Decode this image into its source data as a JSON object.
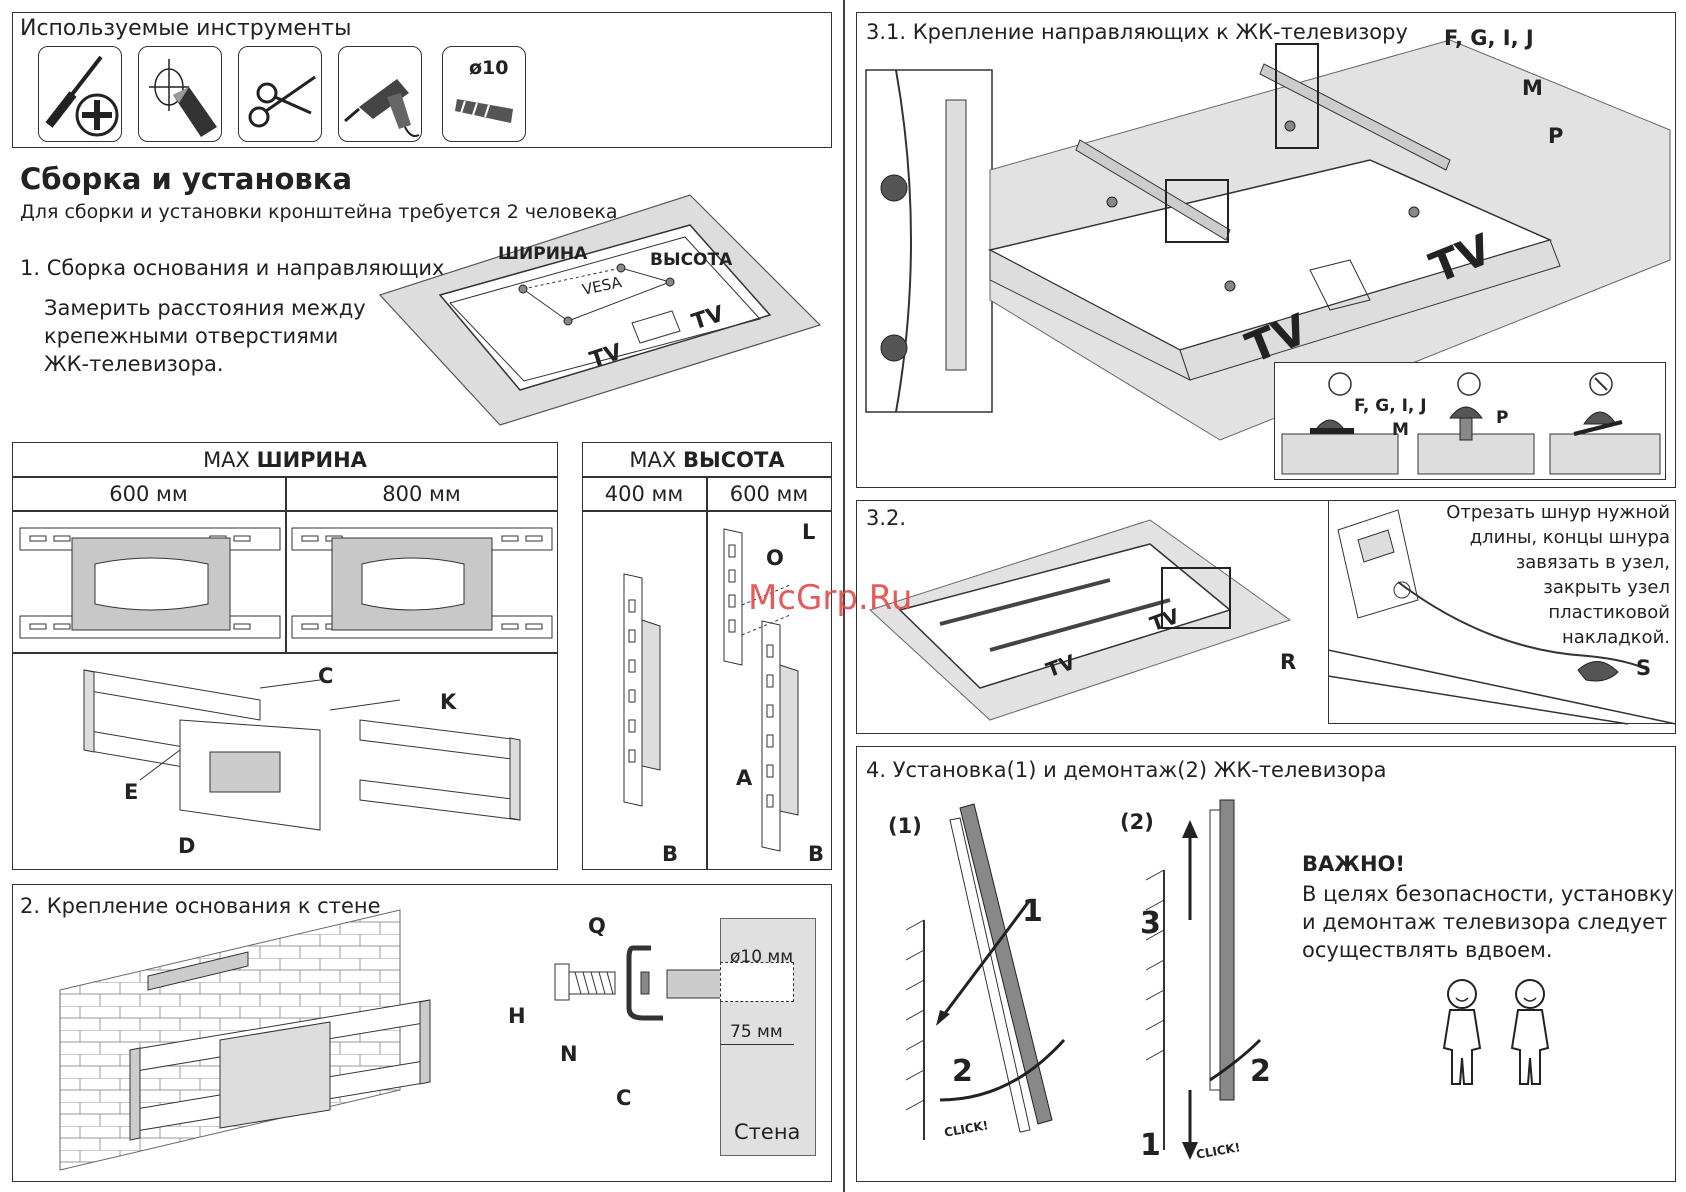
{
  "tools": {
    "title": "Используемые инструменты",
    "drill_bit_label": "ø10"
  },
  "assembly": {
    "title": "Сборка и установка",
    "subtitle": "Для сборки и установки кронштейна требуется 2 человека",
    "step1_title": "1. Сборка основания и направляющих",
    "step1_text_1": "Замерить расстояния между",
    "step1_text_2": "крепежными отверстиями",
    "step1_text_3": "ЖК-телевизора.",
    "vesa_width_label": "ШИРИНА",
    "vesa_height_label": "ВЫСОТА",
    "vesa_label": "VESA",
    "tv_label": "TV"
  },
  "max_width": {
    "title_prefix": "MAX",
    "title_bold": "ШИРИНА",
    "col1": "600 мм",
    "col2": "800 мм",
    "labels": [
      "C",
      "K",
      "E",
      "D"
    ]
  },
  "max_height": {
    "title_prefix": "MAX",
    "title_bold": "ВЫСОТА",
    "col1": "400 мм",
    "col2": "600 мм",
    "labels": [
      "L",
      "O",
      "A",
      "B",
      "B"
    ]
  },
  "wall": {
    "title": "2. Крепление основания к стене",
    "labels": [
      "Q",
      "H",
      "N",
      "C"
    ],
    "diameter": "ø10 мм",
    "depth": "75 мм",
    "wall_label": "Стена"
  },
  "rails": {
    "title": "3.1. Крепление направляющих к ЖК-телевизору",
    "labels": [
      "F, G, I, J",
      "M",
      "P"
    ],
    "detail_labels": [
      "F, G, I, J",
      "M",
      "P"
    ],
    "tv_label": "TV"
  },
  "cord": {
    "title": "3.2.",
    "note": [
      "Отрезать шнур нужной",
      "длины, концы шнура",
      "завязать в узел,",
      "закрыть узел",
      "пластиковой",
      "накладкой."
    ],
    "labels": [
      "R",
      "S"
    ],
    "tv_label": "TV"
  },
  "install": {
    "title": "4. Установка(1) и демонтаж(2) ЖК-телевизора",
    "step1": "(1)",
    "step2": "(2)",
    "arrows": [
      "1",
      "2",
      "3",
      "2",
      "1"
    ],
    "click": "CLICK!",
    "important_title": "ВАЖНО!",
    "important_text": [
      "В целях безопасности, установку",
      "и демонтаж телевизора следует",
      "осуществлять вдвоем."
    ]
  },
  "watermark": "McGrp.Ru"
}
